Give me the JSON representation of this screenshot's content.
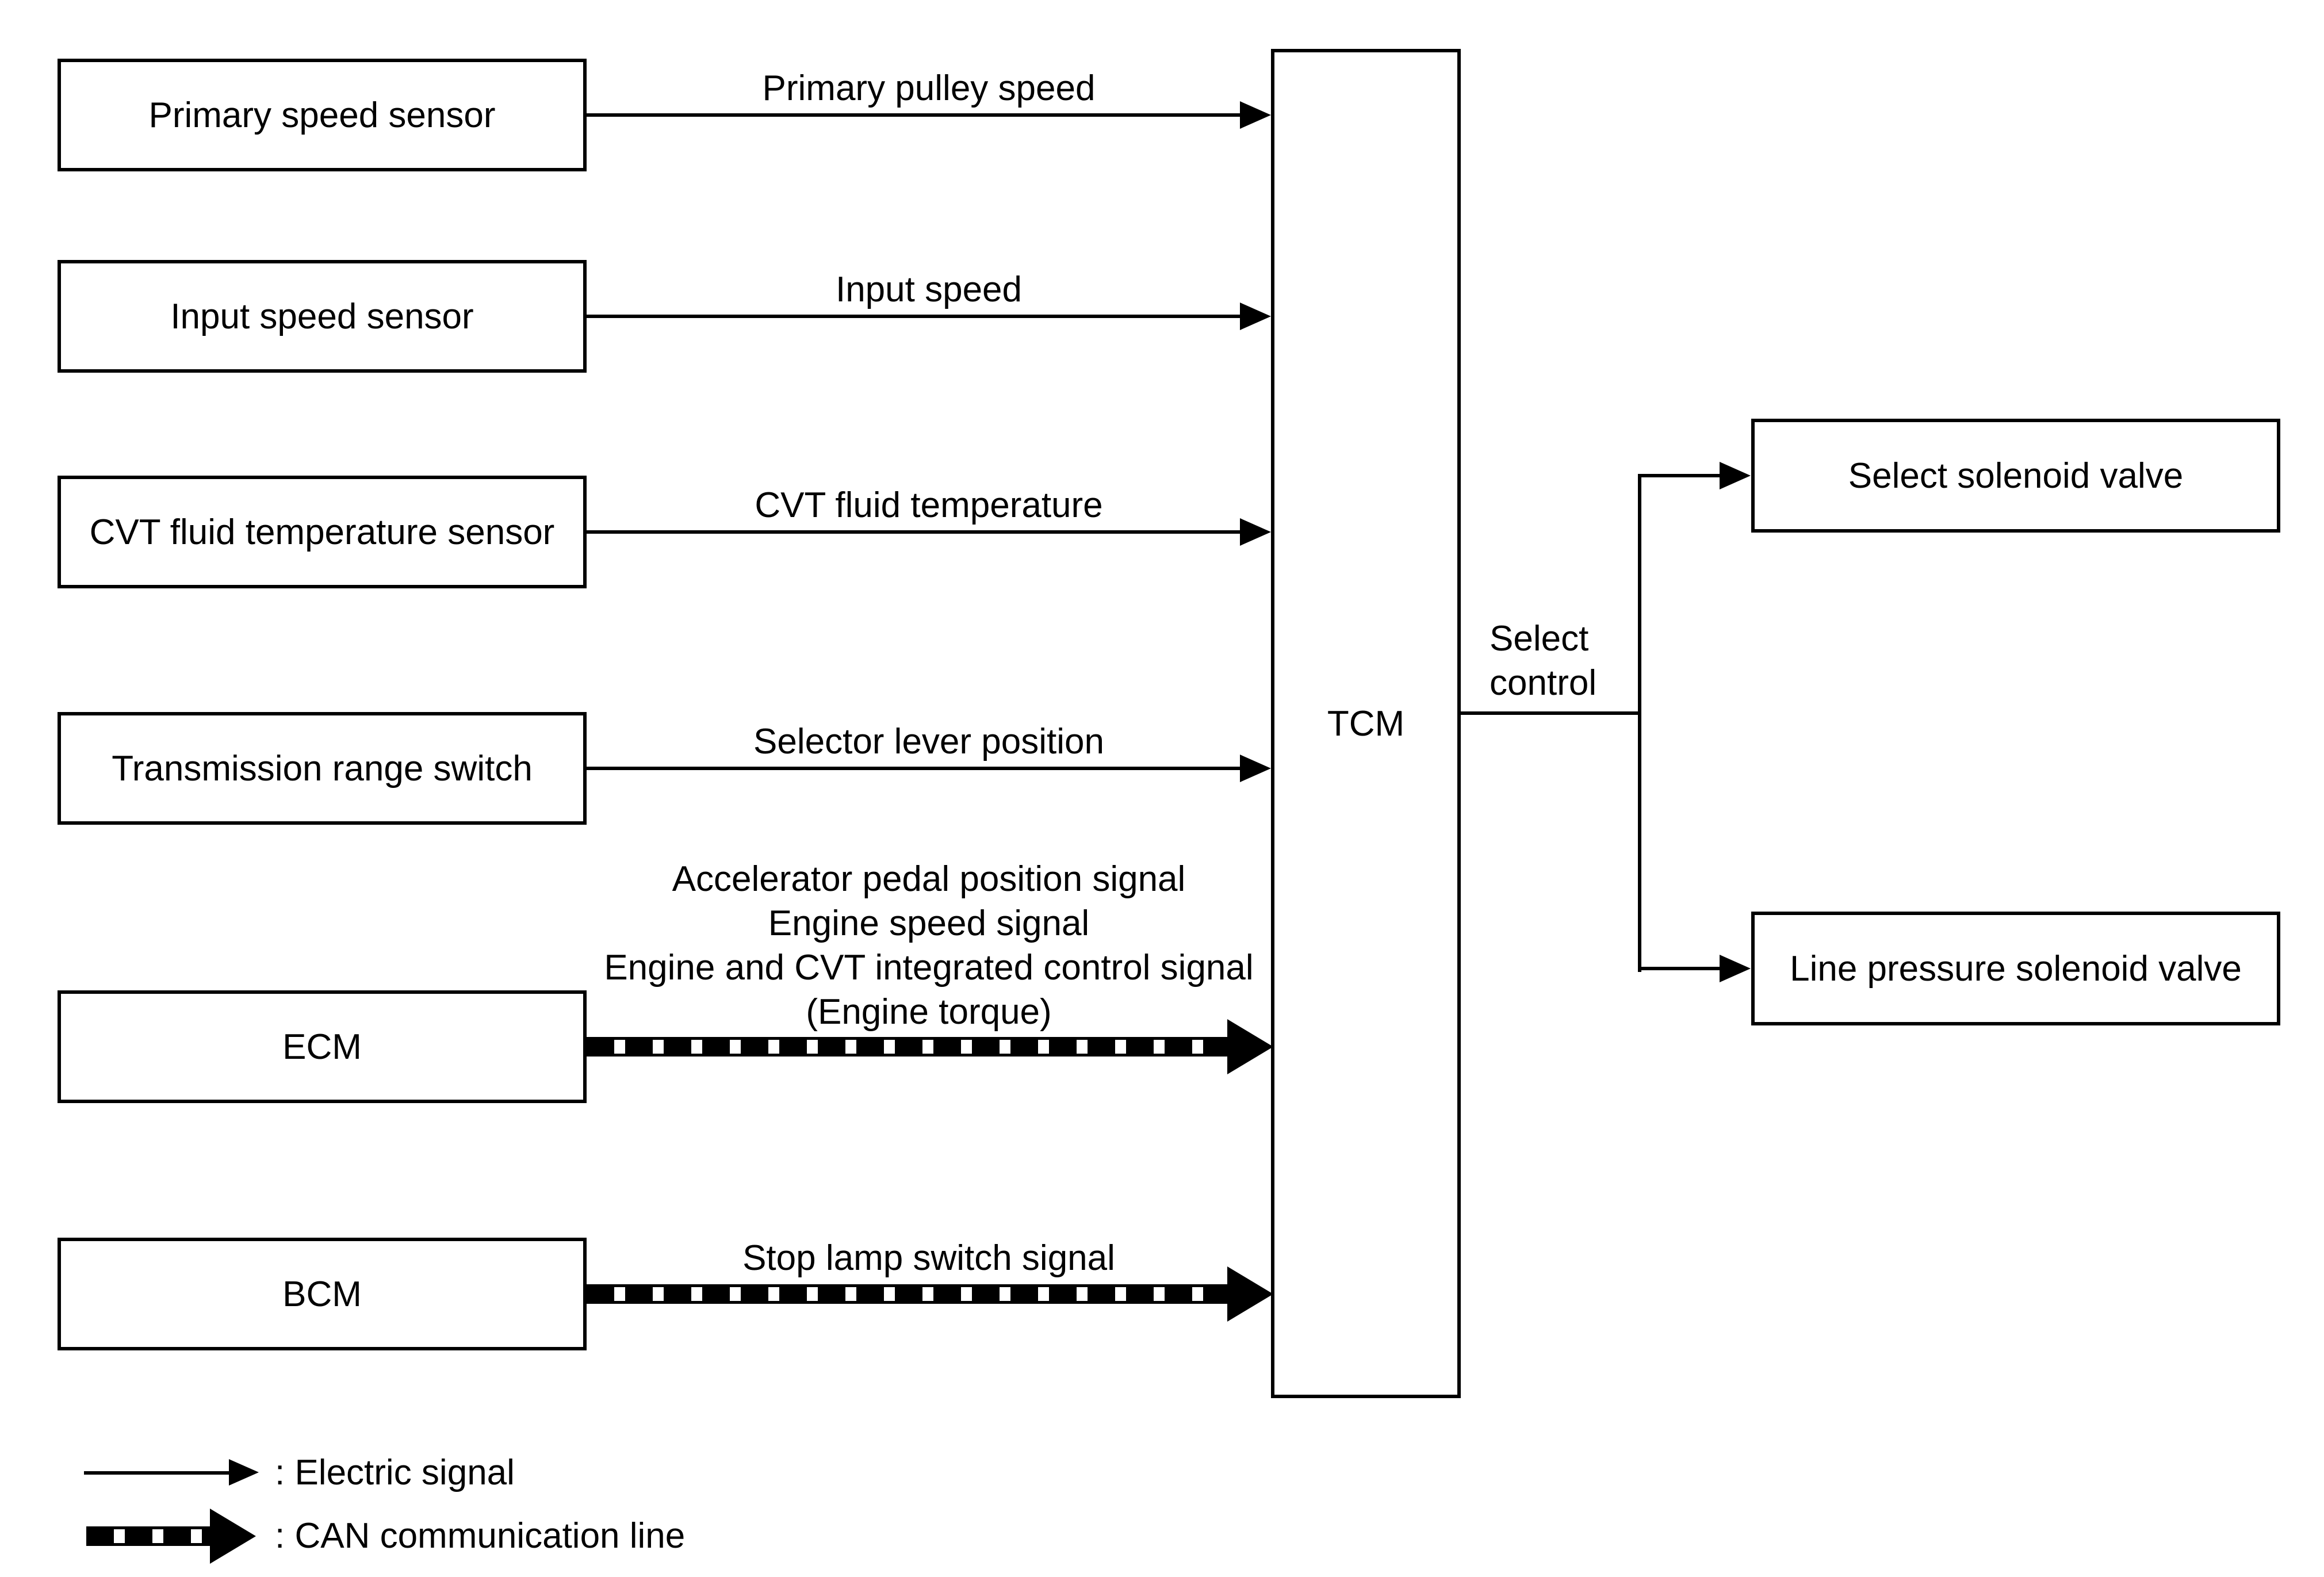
{
  "diagram": {
    "controller": {
      "label": "TCM"
    },
    "inputs": [
      {
        "source": "Primary speed sensor",
        "signal": "Primary pulley speed",
        "connection": "electric"
      },
      {
        "source": "Input speed sensor",
        "signal": "Input speed",
        "connection": "electric"
      },
      {
        "source": "CVT fluid temperature sensor",
        "signal": "CVT fluid temperature",
        "connection": "electric"
      },
      {
        "source": "Transmission range switch",
        "signal": "Selector lever position",
        "connection": "electric"
      },
      {
        "source": "ECM",
        "signal_lines": [
          "Accelerator pedal position signal",
          "Engine speed signal",
          "Engine and CVT integrated control signal",
          "(Engine torque)"
        ],
        "connection": "can"
      },
      {
        "source": "BCM",
        "signal": "Stop lamp switch signal",
        "connection": "can"
      }
    ],
    "output": {
      "label_lines": [
        "Select",
        "control"
      ],
      "targets": [
        "Select solenoid valve",
        "Line pressure solenoid valve"
      ]
    },
    "legend": {
      "electric": ": Electric signal",
      "can": ": CAN communication line"
    },
    "colors": {
      "line": "#000000",
      "background": "#ffffff",
      "box_fill": "#ffffff"
    }
  }
}
